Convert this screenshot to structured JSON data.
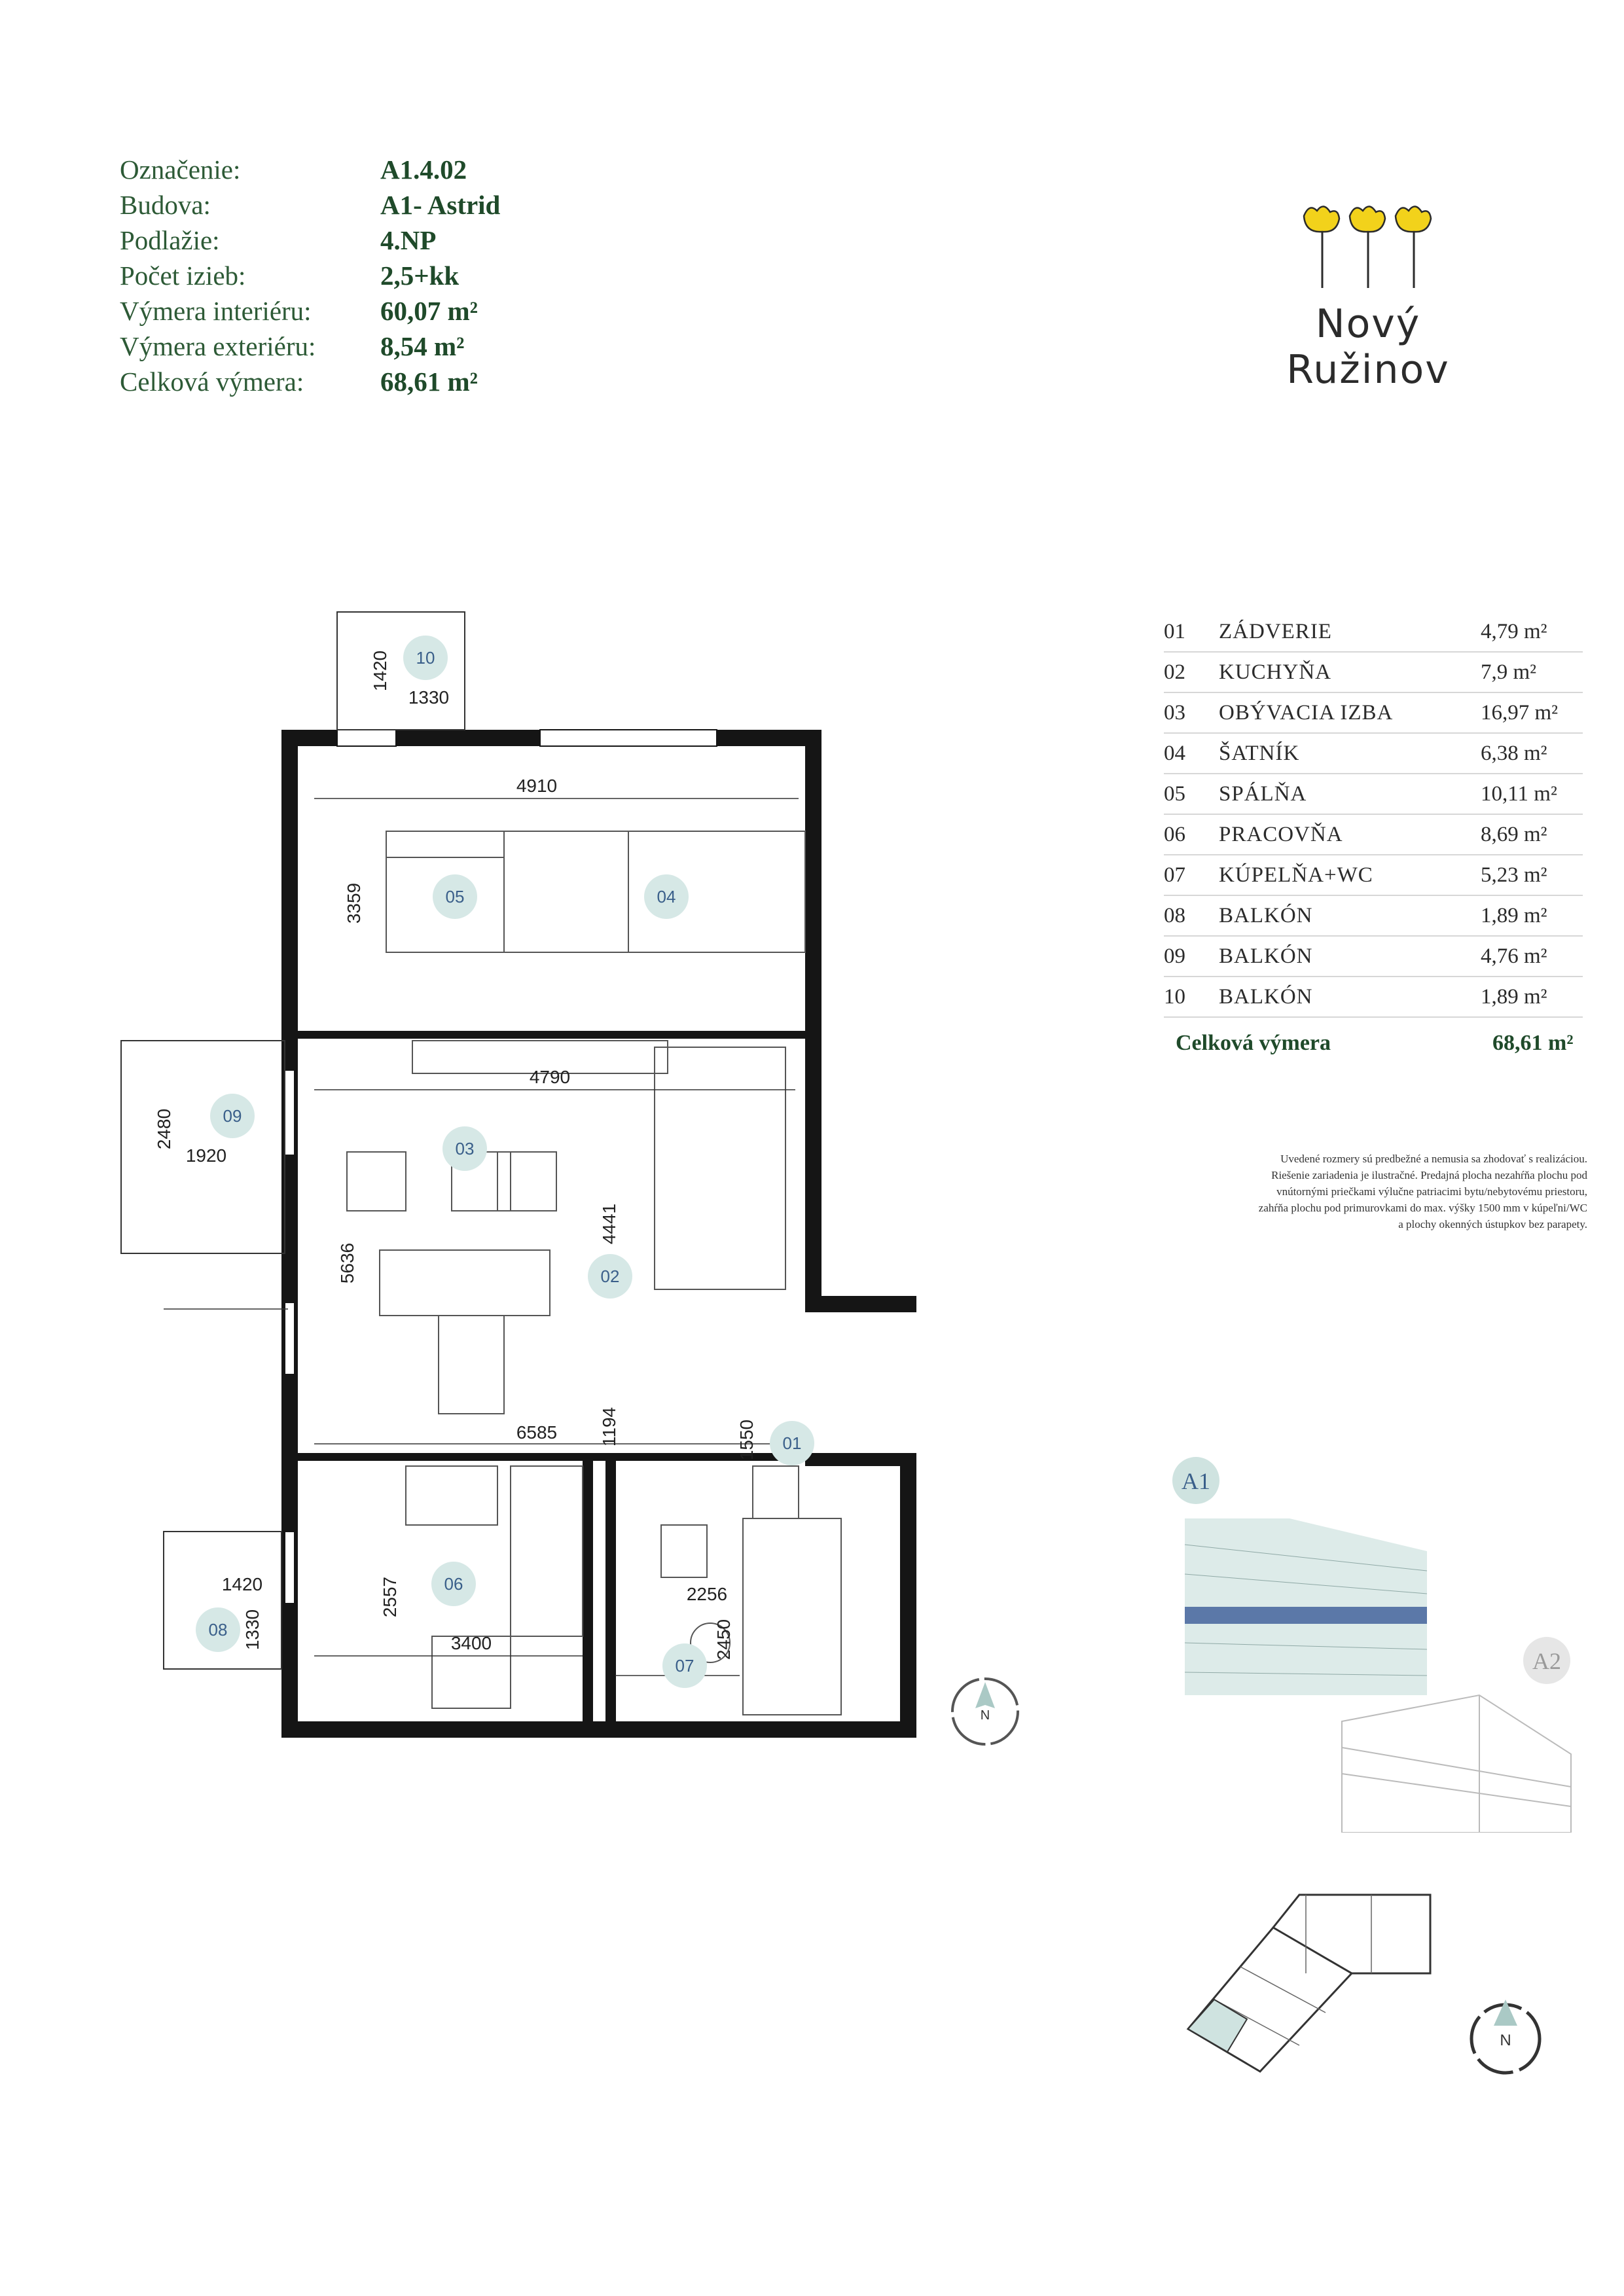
{
  "info": [
    {
      "label": "Označenie:",
      "value": "A1.4.02"
    },
    {
      "label": "Budova:",
      "value": "A1- Astrid"
    },
    {
      "label": "Podlažie:",
      "value": "4.NP"
    },
    {
      "label": "Počet izieb:",
      "value": "2,5+kk"
    },
    {
      "label": "Výmera interiéru:",
      "value": "60,07 m²"
    },
    {
      "label": "Výmera exteriéru:",
      "value": "8,54 m²"
    },
    {
      "label": "Celková výmera:",
      "value": "68,61 m²"
    }
  ],
  "logo": {
    "text": "Nový Ružinov",
    "flower_color": "#f2d21b"
  },
  "rooms": [
    {
      "num": "01",
      "name": "ZÁDVERIE",
      "area": "4,79 m²"
    },
    {
      "num": "02",
      "name": "KUCHYŇA",
      "area": "7,9 m²"
    },
    {
      "num": "03",
      "name": "OBÝVACIA IZBA",
      "area": "16,97 m²"
    },
    {
      "num": "04",
      "name": "ŠATNÍK",
      "area": "6,38 m²"
    },
    {
      "num": "05",
      "name": "SPÁLŇA",
      "area": "10,11 m²"
    },
    {
      "num": "06",
      "name": "PRACOVŇA",
      "area": "8,69 m²"
    },
    {
      "num": "07",
      "name": "KÚPELŇA+WC",
      "area": "5,23 m²"
    },
    {
      "num": "08",
      "name": "BALKÓN",
      "area": "1,89 m²"
    },
    {
      "num": "09",
      "name": "BALKÓN",
      "area": "4,76 m²"
    },
    {
      "num": "10",
      "name": "BALKÓN",
      "area": "1,89 m²"
    }
  ],
  "total": {
    "label": "Celková výmera",
    "value": "68,61 m²"
  },
  "note": [
    "Uvedené rozmery sú predbežné a nemusia sa zhodovať s realizáciou.",
    "Riešenie zariadenia je ilustračné. Predajná plocha nezahŕňa plochu pod",
    "vnútornými priečkami výlučne patriacimi bytu/nebytovému priestoru,",
    "zahŕňa plochu pod primurovkami do max. výšky 1500 mm v kúpeľni/WC",
    "a plochy okenných ústupkov bez parapety."
  ],
  "plan": {
    "room_tags": [
      "01",
      "02",
      "03",
      "04",
      "05",
      "06",
      "07",
      "08",
      "09",
      "10"
    ],
    "dims": [
      "1420",
      "1330",
      "4910",
      "3359",
      "4790",
      "2480",
      "1920",
      "4441",
      "5636",
      "6585",
      "1194",
      "1550",
      "1420",
      "1330",
      "2557",
      "3400",
      "2256",
      "2450"
    ],
    "tag_color": "#d6e8e6"
  },
  "compass": {
    "label": "N"
  },
  "building": {
    "a1": "A1",
    "a2": "A2",
    "highlight_color": "#5b78a8",
    "tint_color": "#cfe3e0"
  }
}
